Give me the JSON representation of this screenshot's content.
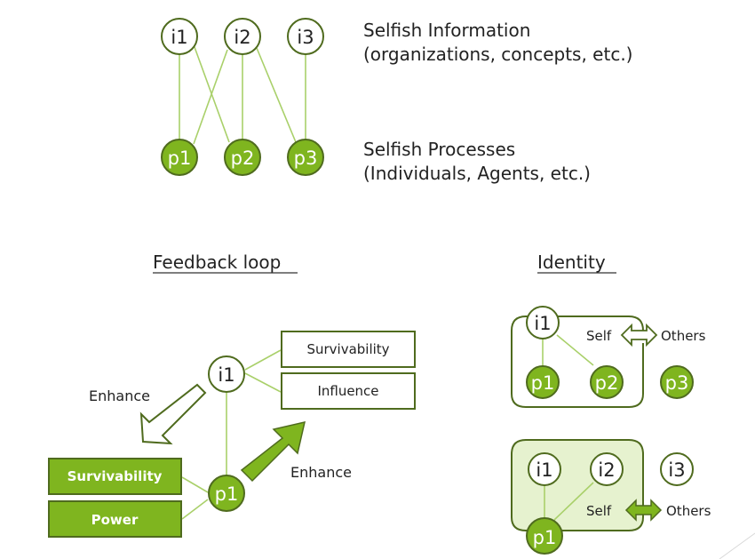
{
  "top": {
    "info_nodes": [
      "i1",
      "i2",
      "i3"
    ],
    "process_nodes": [
      "p1",
      "p2",
      "p3"
    ],
    "info_label_line1": "Selfish Information",
    "info_label_line2": "(organizations, concepts, etc.)",
    "process_label_line1": "Selfish Processes",
    "process_label_line2": "(Individuals, Agents, etc.)",
    "edges": [
      [
        "i1",
        "p1"
      ],
      [
        "i1",
        "p2"
      ],
      [
        "i2",
        "p1"
      ],
      [
        "i2",
        "p2"
      ],
      [
        "i2",
        "p3"
      ],
      [
        "i3",
        "p3"
      ]
    ]
  },
  "feedback": {
    "title": "Feedback loop",
    "info_node": "i1",
    "process_node": "p1",
    "info_boxes": [
      "Survivability",
      "Influence"
    ],
    "process_boxes": [
      "Survivability",
      "Power"
    ],
    "enhance_left": "Enhance",
    "enhance_right": "Enhance"
  },
  "identity": {
    "title": "Identity",
    "diagram1": {
      "nodes_in_group": [
        "i1",
        "p1",
        "p2"
      ],
      "outside_node": "p3",
      "self_label": "Self",
      "others_label": "Others"
    },
    "diagram2": {
      "nodes_in_group": [
        "i1",
        "i2",
        "p1"
      ],
      "outside_node": "i3",
      "self_label": "Self",
      "others_label": "Others"
    }
  },
  "colors": {
    "accent_green": "#7fb51f",
    "dark_green": "#4f6b1e",
    "edge_green": "#a9d06a",
    "group_fill": "#e6f2cf"
  }
}
